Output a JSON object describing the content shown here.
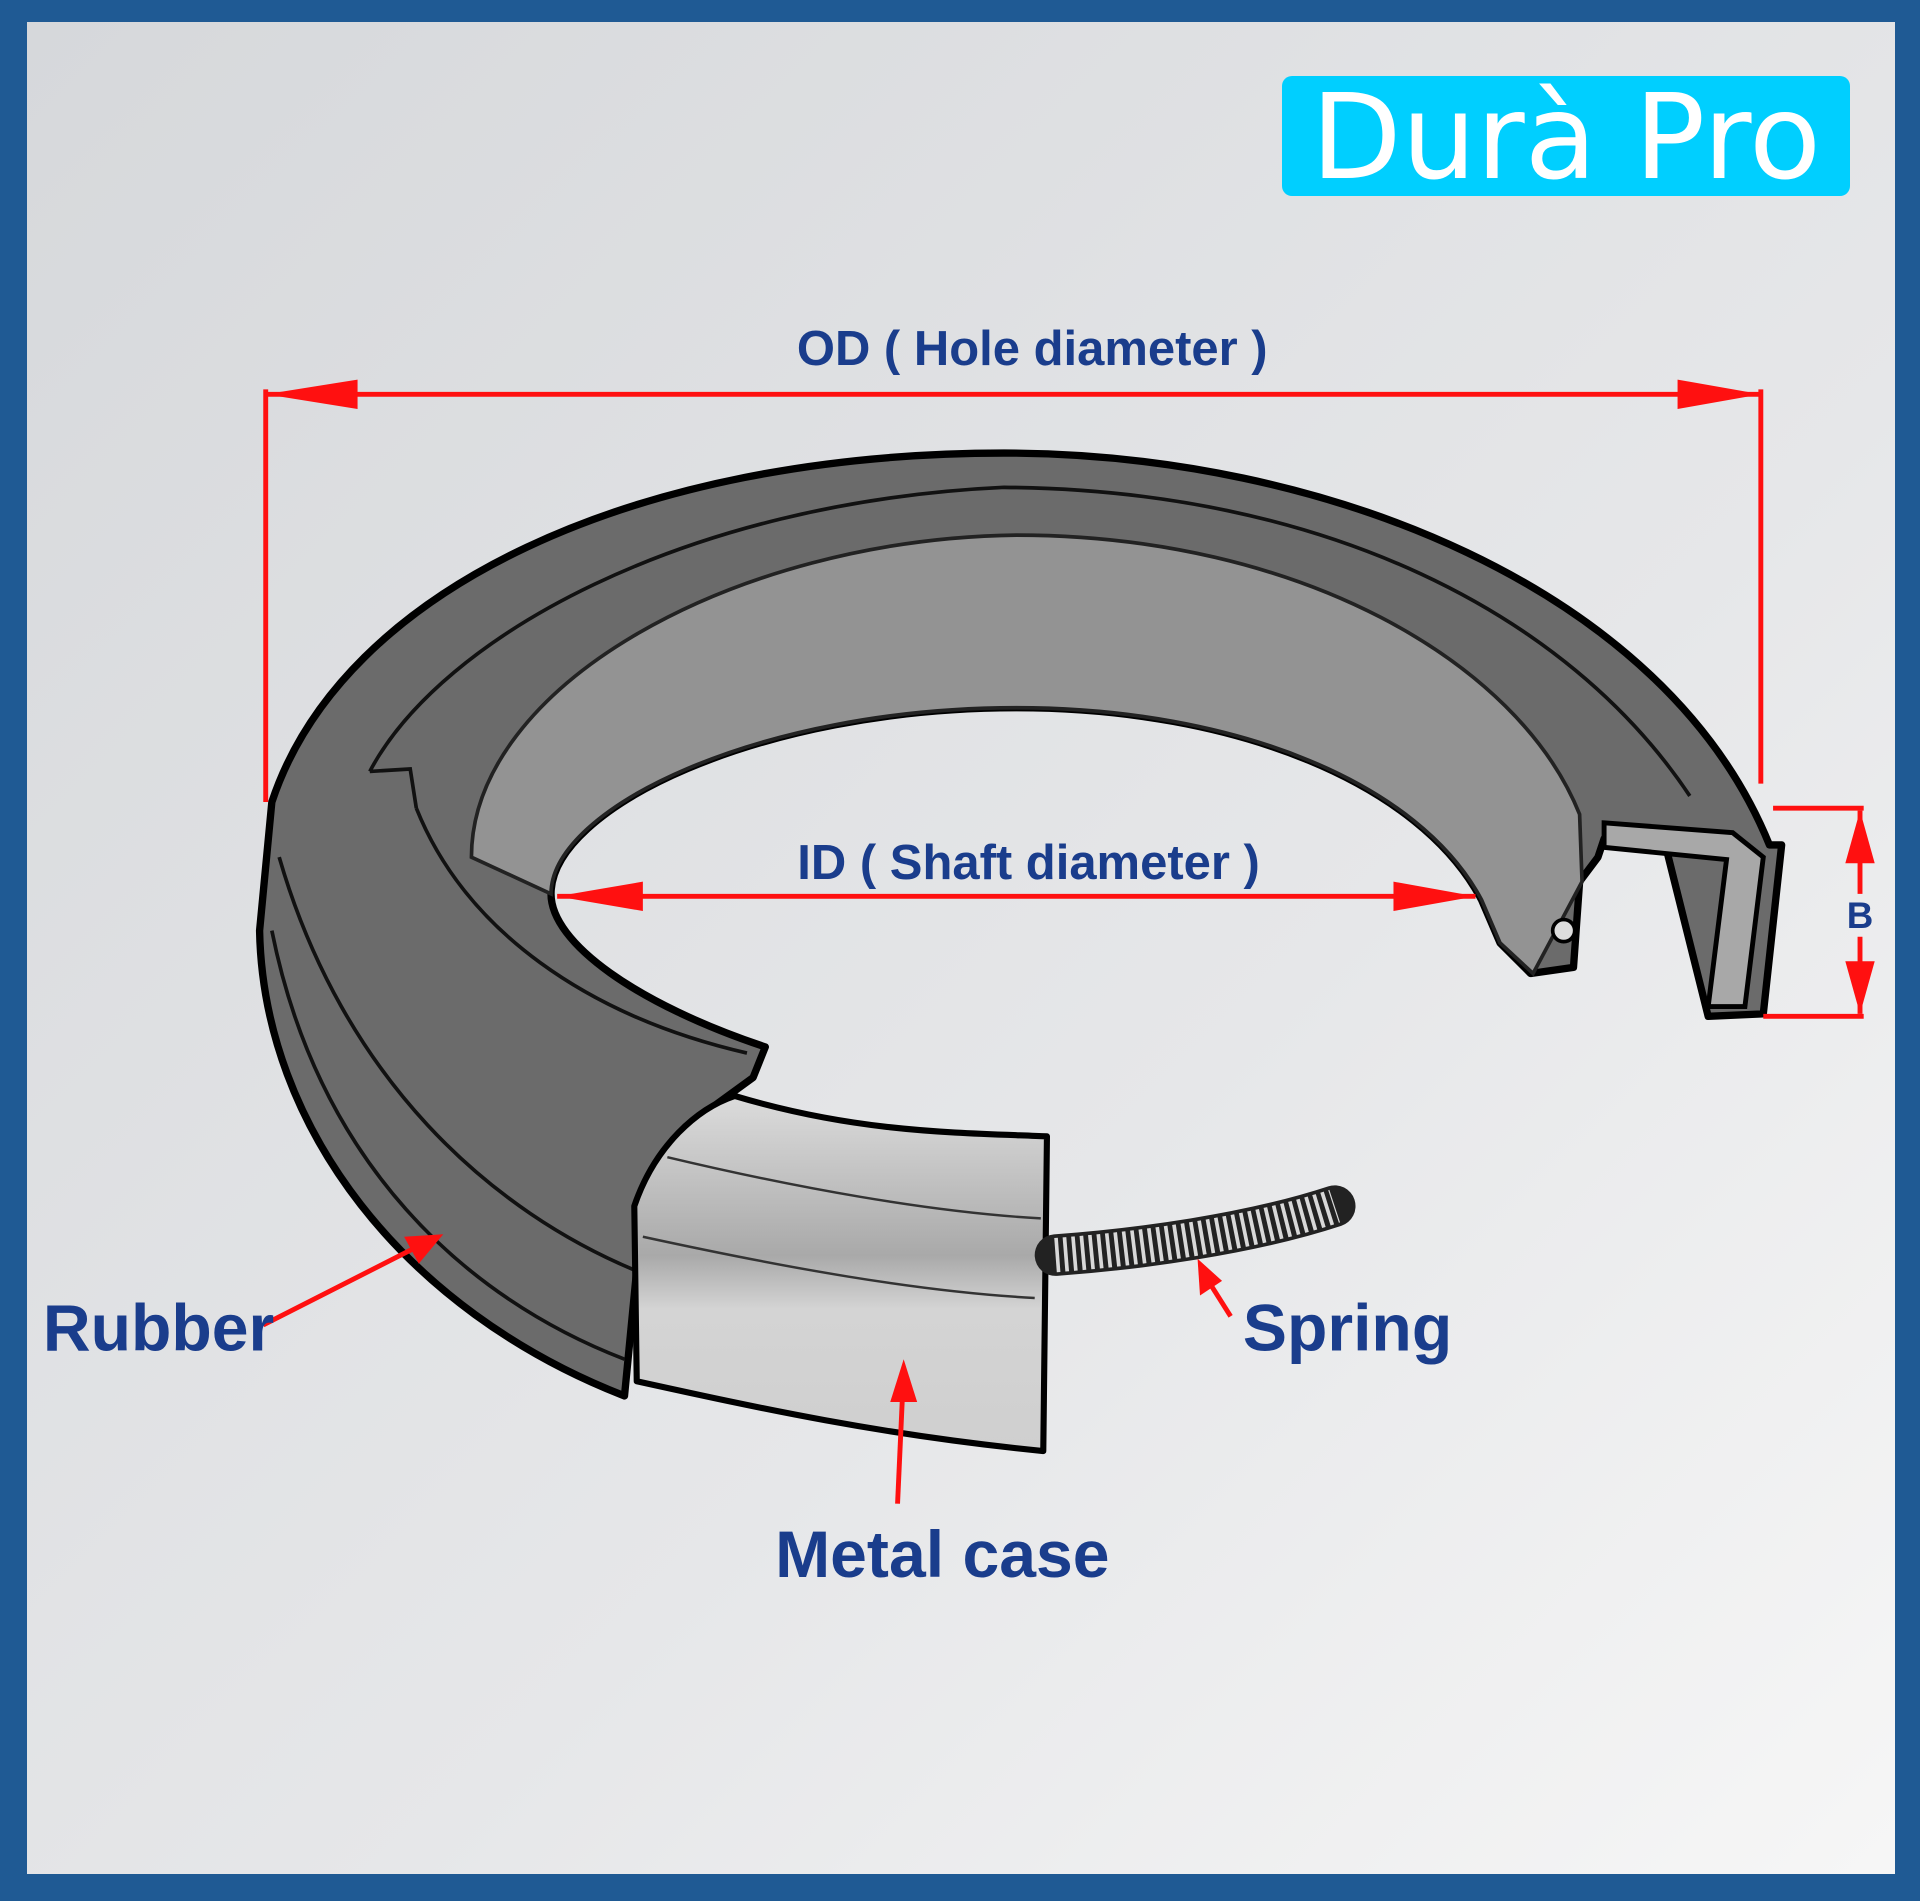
{
  "logo": {
    "text": "Durà Pro",
    "color": "#00cfff"
  },
  "labels": {
    "od": "OD ( Hole diameter )",
    "id": "ID ( Shaft diameter )",
    "b": "B",
    "rubber": "Rubber",
    "spring": "Spring",
    "metal_case": "Metal case"
  },
  "colors": {
    "frame": "#1f5a94",
    "label": "#1a3d8c",
    "arrow": "#ff1010",
    "rubber": "#6b6b6b",
    "metal": "#d0d0d0"
  }
}
